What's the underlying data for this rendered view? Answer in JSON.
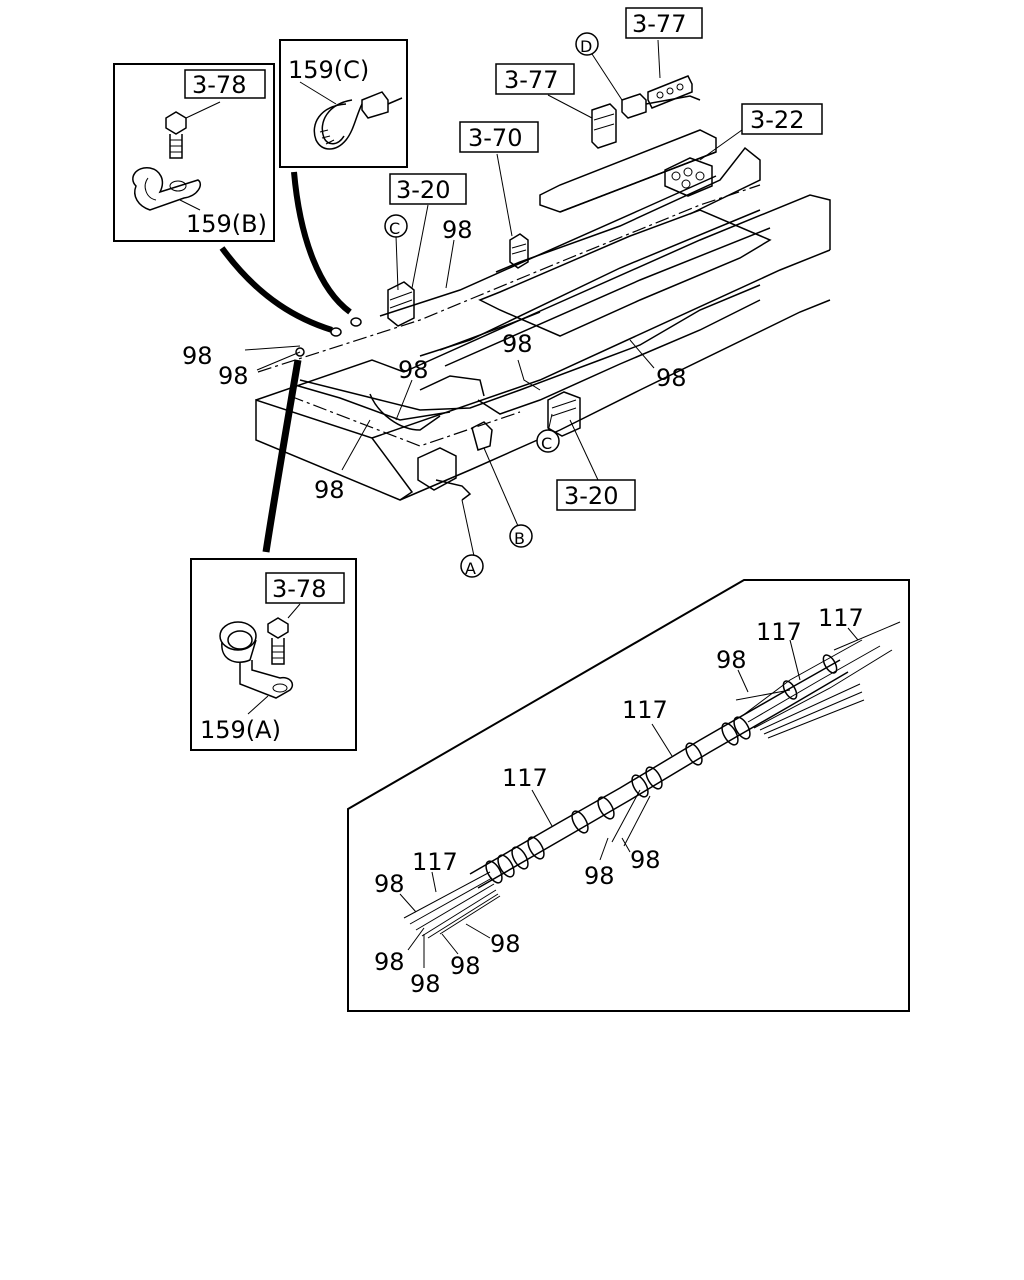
{
  "refs": {
    "r378_top": "3-78",
    "r378_bottom": "3-78",
    "r377_upper": "3-77",
    "r377_lower": "3-77",
    "r370": "3-70",
    "r322": "3-22",
    "r320_upper": "3-20",
    "r320_lower": "3-20"
  },
  "parts": {
    "clamp_b": "159(B)",
    "tie_c": "159(C)",
    "clamp_a": "159(A)",
    "harness": "98",
    "tube": "117"
  },
  "markers": {
    "a": "A",
    "b": "B",
    "c": "C",
    "d": "D"
  }
}
